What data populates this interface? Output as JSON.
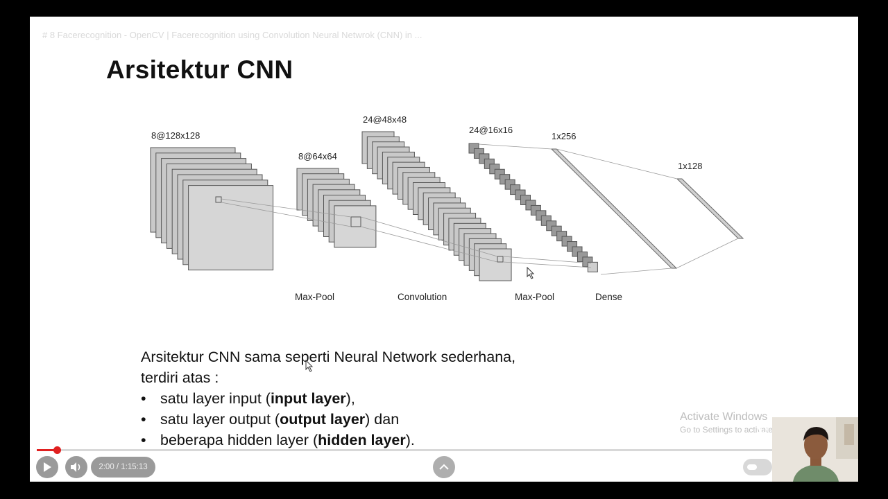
{
  "video": {
    "title": "# 8 Facerecognition - OpenCV | Facerecognition using Convolution Neural Netwrok (CNN) in ..."
  },
  "slide": {
    "title": "Arsitektur CNN",
    "intro_line1": "Arsitektur CNN sama seperti Neural Network sederhana,",
    "intro_line2": "terdiri atas :",
    "bullet_char": "•",
    "bullets": [
      {
        "before": "satu layer input (",
        "bold": "input layer",
        "after": "),"
      },
      {
        "before": "satu layer output (",
        "bold": "output layer",
        "after": ") dan"
      },
      {
        "before": "beberapa hidden layer (",
        "bold": "hidden layer",
        "after": ")."
      }
    ]
  },
  "diagram": {
    "dims": [
      "8@128x128",
      "8@64x64",
      "24@48x48",
      "24@16x16",
      "1x256",
      "1x128"
    ],
    "ops": [
      "Max-Pool",
      "Convolution",
      "Max-Pool",
      "Dense"
    ]
  },
  "watermark": {
    "line1": "Activate Windows",
    "line2": "Go to Settings to activate Windows."
  },
  "player": {
    "time": "2:00 / 1:15:13",
    "progress": 0.027,
    "accent": "#e02020",
    "icons": [
      "play-icon",
      "volume-icon",
      "chevron-up-icon",
      "thumbs-up-icon"
    ]
  }
}
